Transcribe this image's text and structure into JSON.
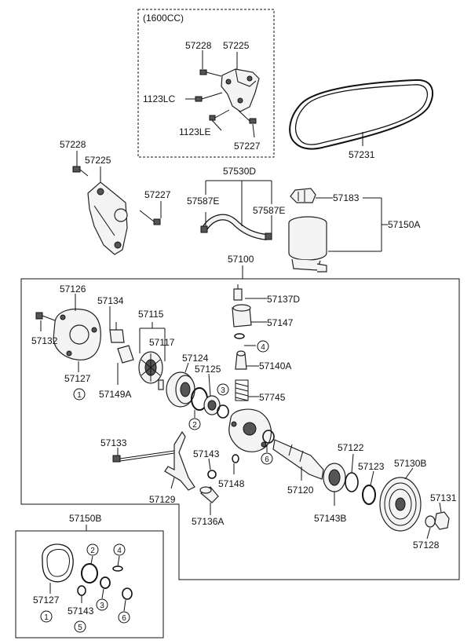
{
  "labels": {
    "variant": "(1600CC)",
    "p57228a": "57228",
    "p57225a": "57225",
    "p1123lc": "1123LC",
    "p1123le": "1123LE",
    "p57227a": "57227",
    "p57231": "57231",
    "p57228b": "57228",
    "p57225b": "57225",
    "p57227b": "57227",
    "p57530d": "57530D",
    "p57587e_l": "57587E",
    "p57587e_r": "57587E",
    "p57183": "57183",
    "p57150a": "57150A",
    "p57100": "57100",
    "p57126": "57126",
    "p57134": "57134",
    "p57115": "57115",
    "p57117": "57117",
    "p57132": "57132",
    "p57127a": "57127",
    "p57149a": "57149A",
    "p57124": "57124",
    "p57125": "57125",
    "p57137d": "57137D",
    "p57147": "57147",
    "p57140a": "57140A",
    "p57745": "57745",
    "p57133": "57133",
    "p57143a": "57143",
    "p57148": "57148",
    "p57129": "57129",
    "p57136a": "57136A",
    "p57120": "57120",
    "p57122": "57122",
    "p57123": "57123",
    "p57130b": "57130B",
    "p57143b": "57143B",
    "p57131": "57131",
    "p57128": "57128",
    "p57150b": "57150B",
    "p57127b": "57127",
    "p57143b_kit": "57143"
  },
  "circles": {
    "c1a": "1",
    "c2a": "2",
    "c3a": "3",
    "c4a": "4",
    "c6a": "6",
    "c1b": "1",
    "c2b": "2",
    "c3b": "3",
    "c4b": "4",
    "c5b": "5",
    "c6b": "6"
  }
}
